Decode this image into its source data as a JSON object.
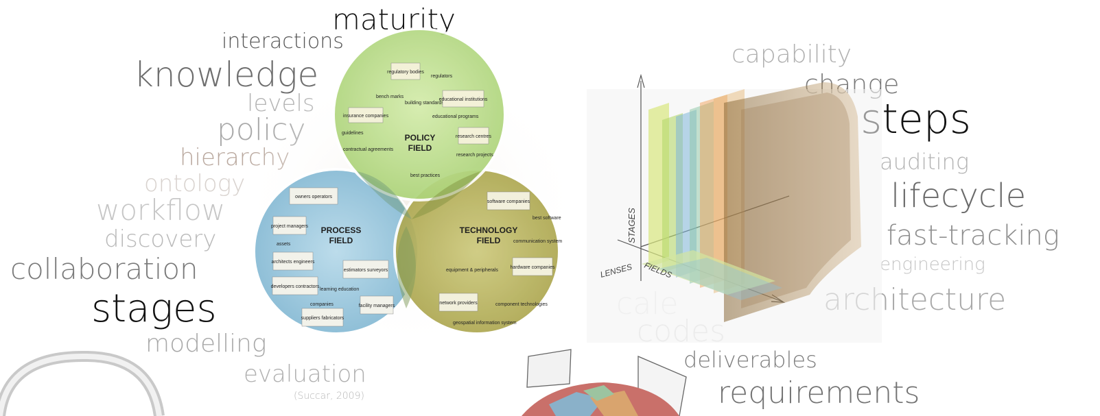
{
  "left_words": [
    "maturity",
    "interactions",
    "knowledge",
    "levels",
    "policy",
    "hierarchy",
    "ontology",
    "workflow",
    "discovery",
    "collaboration",
    "stages",
    "modelling",
    "evaluation"
  ],
  "right_words": [
    "capability",
    "change",
    "steps",
    "auditing",
    "lifecycle",
    "fast-tracking",
    "engineering",
    "architecture"
  ],
  "bottom_words": [
    "codes",
    "deliverables",
    "requirements"
  ],
  "partial_words": [
    "cale"
  ],
  "citation": "(Succar, 2009)",
  "venn": {
    "policy": {
      "title_line1": "POLICY",
      "title_line2": "FIELD",
      "items": [
        "regulatory bodies",
        "regulators",
        "bench marks",
        "building standards",
        "educational institutions",
        "insurance companies",
        "educational programs",
        "guidelines",
        "research centres",
        "contractual agreements",
        "research projects",
        "best practices"
      ]
    },
    "process": {
      "title_line1": "PROCESS",
      "title_line2": "FIELD",
      "items": [
        "owners operators",
        "project managers",
        "assets",
        "architects engineers",
        "estimators surveyors",
        "developers contractors",
        "learning education",
        "facility managers",
        "suppliers fabricators",
        "companies"
      ]
    },
    "technology": {
      "title_line1": "TECHNOLOGY",
      "title_line2": "FIELD",
      "items": [
        "software companies",
        "best software",
        "communication system",
        "hardware companies",
        "equipment & peripherals",
        "network providers",
        "component technologies",
        "geospatial information system"
      ]
    }
  },
  "axis_labels": {
    "stages": "STAGES",
    "lenses": "LENSES",
    "fields": "FIELDS"
  },
  "colors": {
    "policy_circle": "#b9dc8c",
    "process_circle": "#9cc8de",
    "technology_circle": "#b8b260",
    "word_dark": "#111111",
    "word_mid": "#6b6b6b",
    "word_light": "#a9a9a9",
    "word_pale": "#cdc4be",
    "word_tan": "#b9a89e"
  }
}
